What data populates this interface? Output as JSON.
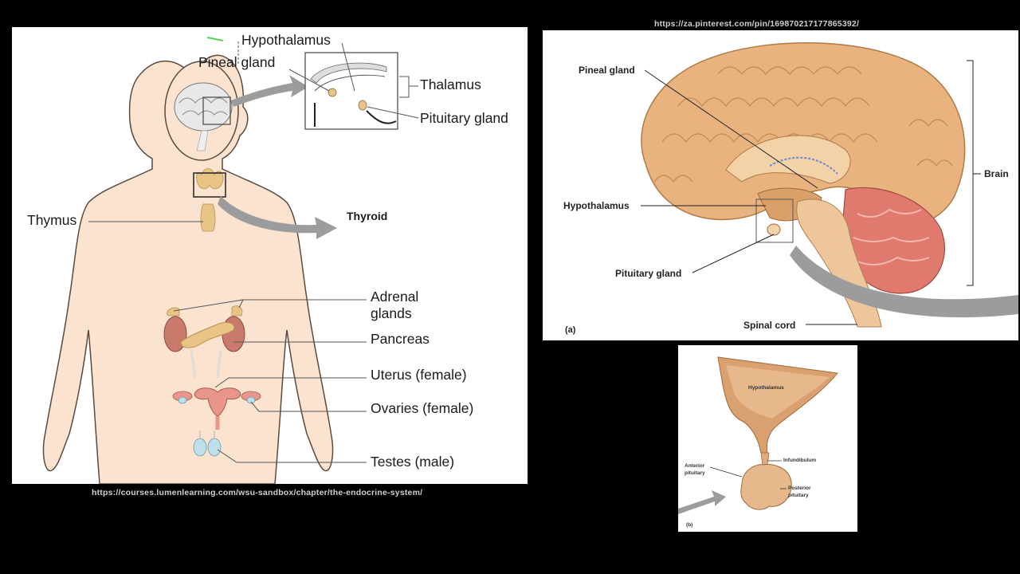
{
  "left_panel": {
    "labels": {
      "hypothalamus": "Hypothalamus",
      "pineal": "Pineal gland",
      "thalamus": "Thalamus",
      "pituitary": "Pituitary gland",
      "thymus": "Thymus",
      "thyroid": "Thyroid",
      "adrenal_1": "Adrenal",
      "adrenal_2": "glands",
      "pancreas": "Pancreas",
      "uterus": "Uterus (female)",
      "ovaries": "Ovaries (female)",
      "testes": "Testes (male)"
    },
    "source": "https://courses.lumenlearning.com/wsu-sandbox/chapter/the-endocrine-system/"
  },
  "right_panel": {
    "source": "https://za.pinterest.com/pin/169870217177865392/",
    "labels": {
      "pineal": "Pineal gland",
      "hypothalamus": "Hypothalamus",
      "pituitary": "Pituitary gland",
      "spinal_cord": "Spinal cord",
      "brain": "Brain",
      "panel_a": "(a)"
    }
  },
  "small_panel": {
    "labels": {
      "hypothalamus": "Hypothalamus",
      "infundibulum": "Infundibulum",
      "anterior_1": "Anterior",
      "anterior_2": "pituitary",
      "posterior_1": "Posterior",
      "posterior_2": "pituitary",
      "panel_b": "(b)"
    }
  },
  "colors": {
    "skin": "#fbe3cf",
    "gland": "#e9c487",
    "brain": "#e9b37f",
    "cerebellum": "#e07a6e",
    "arrow": "#9c9c9c",
    "background": "#000000"
  }
}
